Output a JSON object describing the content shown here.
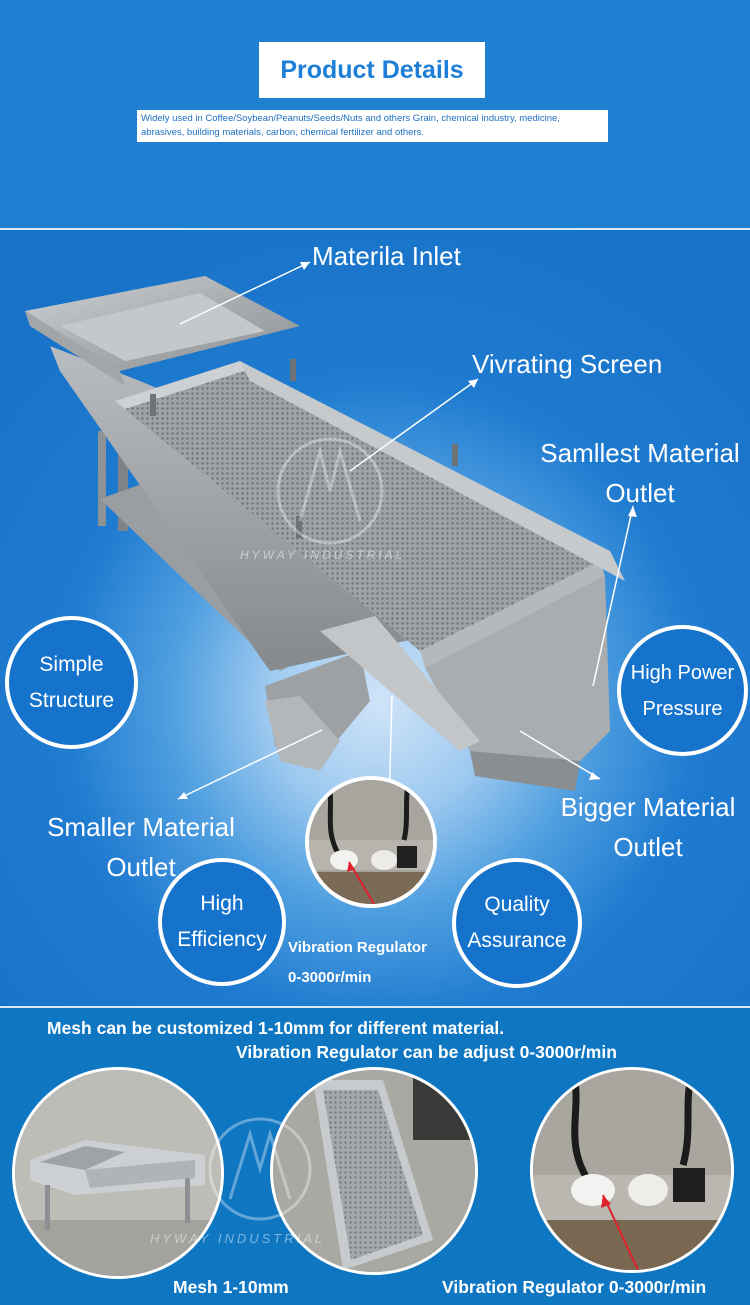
{
  "header": {
    "title": "Product Details",
    "description": "Widely used in Coffee/Soybean/Peanuts/Seeds/Nuts and others Grain, chemical industry, medicine, abrasives, building materials, carbon, chemical fertilizer and others."
  },
  "diagram": {
    "labels": {
      "inlet": "Materila Inlet",
      "screen": "Vivrating Screen",
      "smallest_line1": "Samllest Material",
      "smallest_line2": "Outlet",
      "smaller_line1": "Smaller Material",
      "smaller_line2": "Outlet",
      "bigger_line1": "Bigger Material",
      "bigger_line2": "Outlet"
    },
    "badges": {
      "simple_line1": "Simple",
      "simple_line2": "Structure",
      "power_line1": "High Power",
      "power_line2": "Pressure",
      "efficiency_line1": "High",
      "efficiency_line2": "Efficiency",
      "quality_line1": "Quality",
      "quality_line2": "Assurance"
    },
    "regulator_line1": "Vibration Regulator",
    "regulator_line2": "0-3000r/min",
    "watermark": "HYWAY INDUSTRIAL"
  },
  "bottom": {
    "note1": "Mesh can be customized 1-10mm for different material.",
    "note2": "Vibration Regulator can be adjust 0-3000r/min",
    "caption_mesh": "Mesh 1-10mm",
    "caption_regulator": "Vibration Regulator 0-3000r/min",
    "watermark": "HYWAY INDUSTRIAL"
  },
  "colors": {
    "header_bg": "#1f80d2",
    "title_text": "#1d7fd8",
    "badge_bg": "#1673cc",
    "arrow_red": "#e0202a"
  }
}
